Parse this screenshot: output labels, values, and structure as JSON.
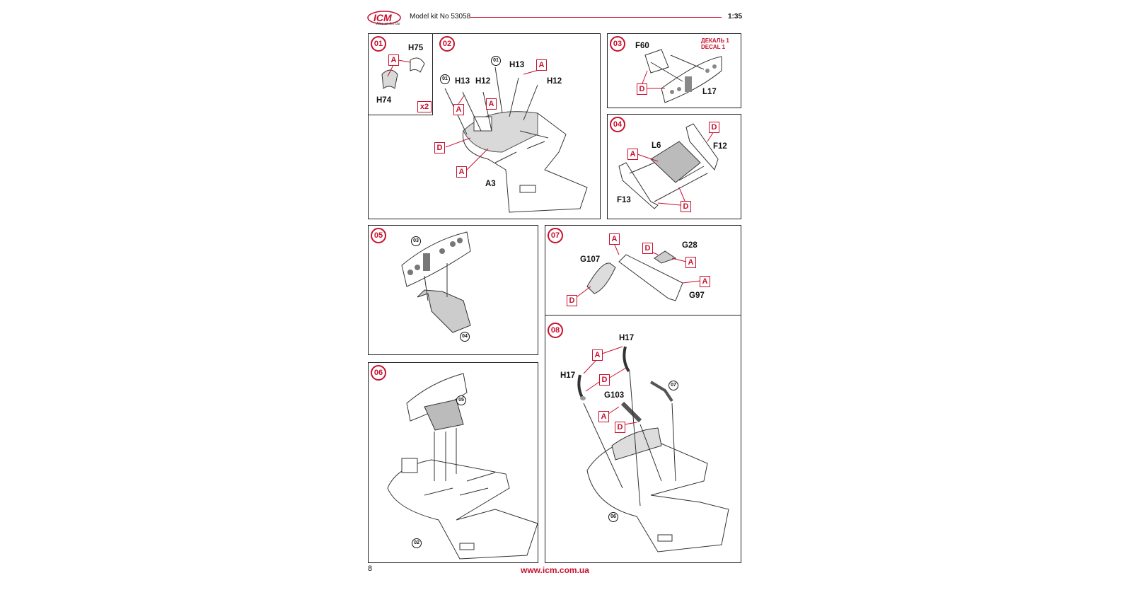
{
  "header": {
    "brand": "ICM",
    "brand_tagline": "Wins on the Go",
    "kit_label": "Model kit No 53058",
    "scale": "1:35"
  },
  "footer": {
    "page_number": "8",
    "website": "www.icm.com.ua"
  },
  "colors": {
    "accent": "#c8102e",
    "part_fill": "#d9d9d9"
  },
  "steps": [
    {
      "number": "01",
      "labels": [
        "H75",
        "H74"
      ],
      "tags": [
        "A"
      ],
      "multiplier": "x2"
    },
    {
      "number": "02",
      "labels": [
        "H13",
        "H12",
        "H13",
        "H12",
        "A3"
      ],
      "tags": [
        "A",
        "A",
        "A",
        "D",
        "A"
      ],
      "refs": [
        "01",
        "01"
      ]
    },
    {
      "number": "03",
      "labels": [
        "F60",
        "L17"
      ],
      "tags": [
        "D"
      ],
      "decal": [
        "ДЕКАЛЬ 1",
        "DECAL 1"
      ]
    },
    {
      "number": "04",
      "labels": [
        "L6",
        "F12",
        "F13"
      ],
      "tags": [
        "A",
        "D",
        "D"
      ]
    },
    {
      "number": "05",
      "refs": [
        "03",
        "04"
      ]
    },
    {
      "number": "06",
      "refs": [
        "05",
        "02"
      ]
    },
    {
      "number": "07",
      "labels": [
        "G28",
        "G107",
        "G97"
      ],
      "tags": [
        "A",
        "D",
        "A",
        "A",
        "D"
      ]
    },
    {
      "number": "08",
      "labels": [
        "H17",
        "H17",
        "G103"
      ],
      "tags": [
        "A",
        "D",
        "A",
        "D"
      ],
      "refs": [
        "07",
        "06"
      ]
    }
  ]
}
